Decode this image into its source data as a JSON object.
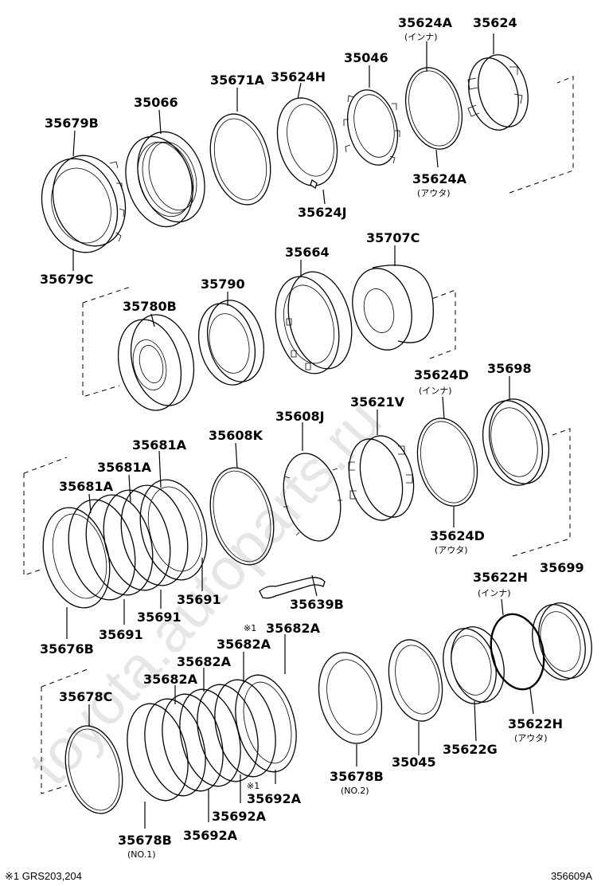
{
  "watermark": "toyota.autoparts.ru",
  "labels": {
    "l35624A_in": "35624A",
    "l35624A_in_sub": "(インナ)",
    "l35624": "35624",
    "l35046": "35046",
    "l35624H": "35624H",
    "l35671A": "35671A",
    "l35066": "35066",
    "l35679B": "35679B",
    "l35624A_out": "35624A",
    "l35624A_out_sub": "(アウタ)",
    "l35624J": "35624J",
    "l35679C": "35679C",
    "l35707C": "35707C",
    "l35664": "35664",
    "l35790": "35790",
    "l35780B": "35780B",
    "l35624D_in": "35624D",
    "l35624D_in_sub": "(インナ)",
    "l35698": "35698",
    "l35621V": "35621V",
    "l35608J": "35608J",
    "l35608K": "35608K",
    "l35681A_1": "35681A",
    "l35681A_2": "35681A",
    "l35681A_3": "35681A",
    "l35624D_out": "35624D",
    "l35624D_out_sub": "(アウタ)",
    "l35699": "35699",
    "l35622H_in": "35622H",
    "l35622H_in_sub": "(インナ)",
    "l35639B": "35639B",
    "l35691_1": "35691",
    "l35691_2": "35691",
    "l35691_3": "35691",
    "l35676B": "35676B",
    "l35682A_top_mark": "※1",
    "l35682A_top": "35682A",
    "l35682A_2": "35682A",
    "l35682A_3": "35682A",
    "l35682A_4": "35682A",
    "l35678C": "35678C",
    "l35622H_out": "35622H",
    "l35622H_out_sub": "(アウタ)",
    "l35622G": "35622G",
    "l35045": "35045",
    "l35678B_no2": "35678B",
    "l35678B_no2_sub": "(NO.2)",
    "l35692A_mark": "※1",
    "l35692A_1": "35692A",
    "l35692A_2": "35692A",
    "l35692A_3": "35692A",
    "l35678B_no1": "35678B",
    "l35678B_no1_sub": "(NO.1)"
  },
  "footnote": "※1 GRS203,204",
  "diagram_code": "356609A"
}
